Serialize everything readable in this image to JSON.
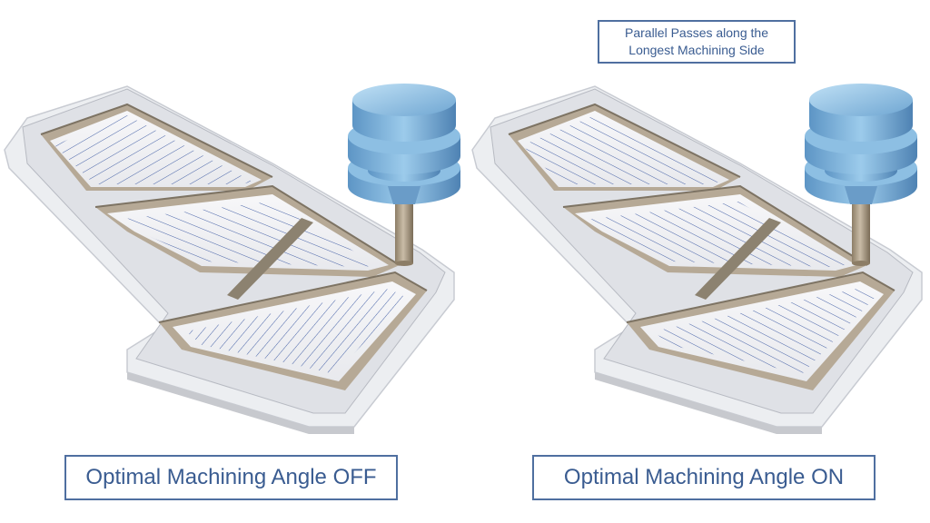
{
  "left_panel": {
    "caption": "Optimal Machining Angle OFF"
  },
  "right_panel": {
    "caption": "Optimal Machining Angle ON",
    "callout_line1": "Parallel Passes along the",
    "callout_line2": "Longest Machining Side"
  },
  "colors": {
    "accent": "#4f6fa0",
    "toolpath": "#2a4a9a",
    "part_top": "#e6e8ec",
    "wall_inner": "#b9ad9c",
    "floor": "#f2f2f4",
    "tool_blue": "#7fb0d8",
    "shank": "#a99a80"
  },
  "icons": {
    "tool": "milling-cutter-icon",
    "part": "pocket-part-icon"
  }
}
